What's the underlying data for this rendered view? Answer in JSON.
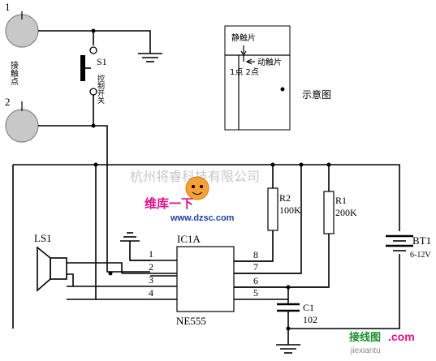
{
  "diagram": {
    "terminals": {
      "terminal_1_label": "1",
      "terminal_2_label": "2",
      "contact_note": "接触点"
    },
    "switch": {
      "label": "S1",
      "note": "控制开关"
    },
    "inset": {
      "static_contact": "静触片",
      "moving_contact": "动触片",
      "point_labels": "1点 2点",
      "caption": "示意图"
    },
    "speaker": {
      "label": "LS1"
    },
    "ic": {
      "name": "IC1A",
      "part": "NE555",
      "pins_left": [
        "1",
        "2",
        "3",
        "4"
      ],
      "pins_right": [
        "8",
        "7",
        "6",
        "5"
      ]
    },
    "resistors": [
      {
        "ref": "R2",
        "value": "100K"
      },
      {
        "ref": "R1",
        "value": "200K"
      }
    ],
    "capacitor": {
      "ref": "C1",
      "value": "102"
    },
    "battery": {
      "ref": "BT1",
      "voltage": "6-12V"
    },
    "watermarks": {
      "company": "杭州将睿科技有限公司",
      "brand": "维库一下",
      "site": "www.dzsc.com",
      "footer_cn": "接线图",
      "footer_url": "jiexiantu",
      "footer_com": ".com"
    }
  }
}
